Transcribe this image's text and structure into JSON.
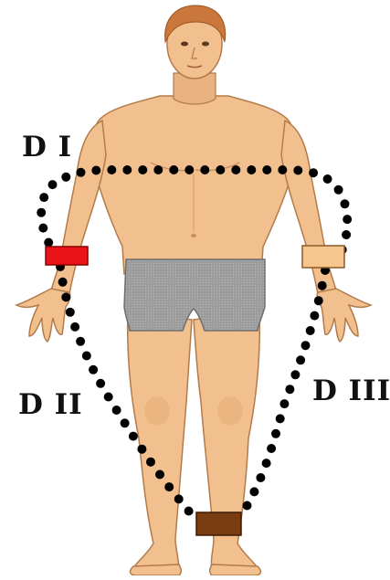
{
  "labels": {
    "lead_1": "D I",
    "lead_2": "D II",
    "lead_3": "D III"
  },
  "colors": {
    "skin": "#f2c08f",
    "skin_shadow": "#d99b63",
    "hair": "#c9773a",
    "underwear": "#9c9c9c",
    "dots": "#000000",
    "electrode_right_arm": "#e8141a",
    "electrode_left_arm": "#f7c58e",
    "electrode_left_leg": "#7a3d12"
  },
  "electrodes": [
    {
      "id": "right-arm",
      "color_key": "electrode_right_arm"
    },
    {
      "id": "left-arm",
      "color_key": "electrode_left_arm"
    },
    {
      "id": "left-leg",
      "color_key": "electrode_left_leg"
    }
  ]
}
